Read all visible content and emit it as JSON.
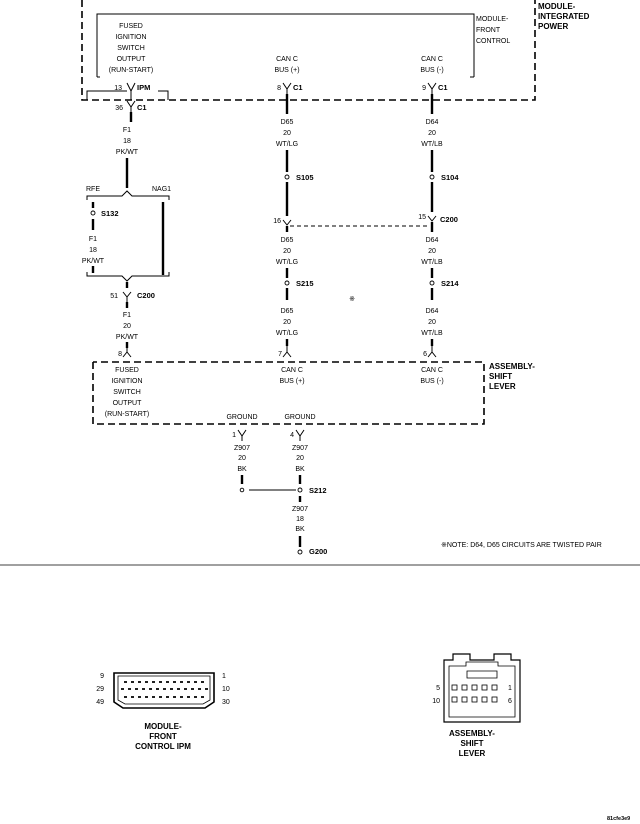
{
  "modules": {
    "power_integrated": [
      "MODULE-",
      "INTEGRATED",
      "POWER"
    ],
    "front_control": [
      "MODULE-",
      "FRONT",
      "CONTROL"
    ],
    "shift_lever": [
      "ASSEMBLY-",
      "SHIFT",
      "LEVER"
    ],
    "fcm_ipm_caption": [
      "MODULE-",
      "FRONT",
      "CONTROL IPM"
    ],
    "shift_caption": [
      "ASSEMBLY-",
      "SHIFT",
      "LEVER"
    ]
  },
  "pins": {
    "fused_ign": [
      "FUSED",
      "IGNITION",
      "SWITCH",
      "OUTPUT",
      "(RUN-START)"
    ],
    "can_plus": [
      "CAN C",
      "BUS (+)"
    ],
    "can_minus": [
      "CAN C",
      "BUS (-)"
    ],
    "ground": "GROUND"
  },
  "connectors": {
    "ipm": "IPM",
    "c1": "C1",
    "c200": "C200",
    "n13": "13",
    "n36": "36",
    "n8": "8",
    "n9": "9",
    "n16": "16",
    "n15": "15",
    "n51": "51",
    "n8b": "8",
    "n7": "7",
    "n6": "6",
    "n1": "1",
    "n4": "4"
  },
  "wires": {
    "f1_18": [
      "F1",
      "18",
      "PK/WT"
    ],
    "f1_20": [
      "F1",
      "20",
      "PK/WT"
    ],
    "d65": [
      "D65",
      "20",
      "WT/LG"
    ],
    "d64": [
      "D64",
      "20",
      "WT/LB"
    ],
    "z907_20": [
      "Z907",
      "20",
      "BK"
    ],
    "z907_18": [
      "Z907",
      "18",
      "BK"
    ]
  },
  "splices": {
    "s132": "S132",
    "s105": "S105",
    "s104": "S104",
    "s215": "S215",
    "s214": "S214",
    "s212": "S212",
    "g200": "G200"
  },
  "options": {
    "rfe": "RFE",
    "nag1": "NAG1"
  },
  "twisted_symbol": "※",
  "note": "※NOTE:  D64, D65    CIRCUITS ARE TWISTED PAIR",
  "connector_views": {
    "fcm": {
      "n9": "9",
      "n1": "1",
      "n29": "29",
      "n10": "10",
      "n49": "49",
      "n30": "30"
    },
    "shift": {
      "n5": "5",
      "n1": "1",
      "n10": "10",
      "n6": "6"
    }
  },
  "figure_id": "81cfe3e9"
}
